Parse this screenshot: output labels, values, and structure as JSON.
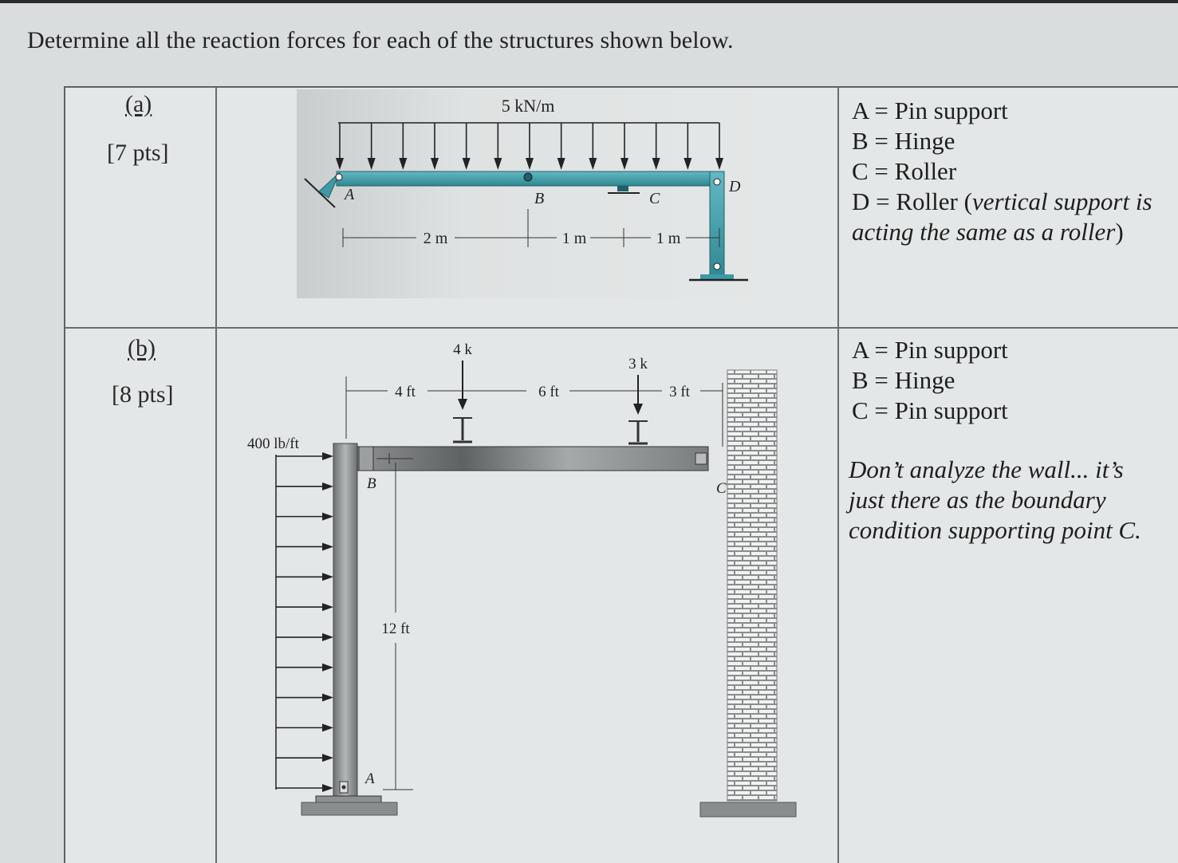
{
  "prompt": "Determine all the reaction forces for each of the structures shown below.",
  "rows": [
    {
      "part": "(a)",
      "points": "[7 pts]",
      "figure": {
        "load": "5 kN/m",
        "labels": {
          "a": "A",
          "b": "B",
          "c": "C",
          "d": "D"
        },
        "dims": [
          "2 m",
          "1 m",
          "1 m"
        ]
      },
      "notes": [
        "A = Pin support",
        "B = Hinge",
        "C = Roller",
        "D = Roller (",
        "vertical support is",
        "acting the same as a roller",
        ")"
      ]
    },
    {
      "part": "(b)",
      "points": "[8 pts]",
      "figure": {
        "dist_load": "400 lb/ft",
        "load1": "4 k",
        "load2": "3 k",
        "dims": [
          "4 ft",
          "6 ft",
          "3 ft",
          "12 ft"
        ],
        "labels": {
          "a": "A",
          "b": "B",
          "c": "C"
        }
      },
      "notes": [
        "A = Pin support",
        "B = Hinge",
        "C = Pin support"
      ],
      "remark": [
        "Don’t analyze the wall... it’s",
        "just there as the boundary",
        "condition supporting point C."
      ]
    }
  ],
  "colors": {
    "beam_teal": "#3d9aa6",
    "steel_gray": "#8c8f90",
    "wall_gray": "#8a8d8e"
  }
}
